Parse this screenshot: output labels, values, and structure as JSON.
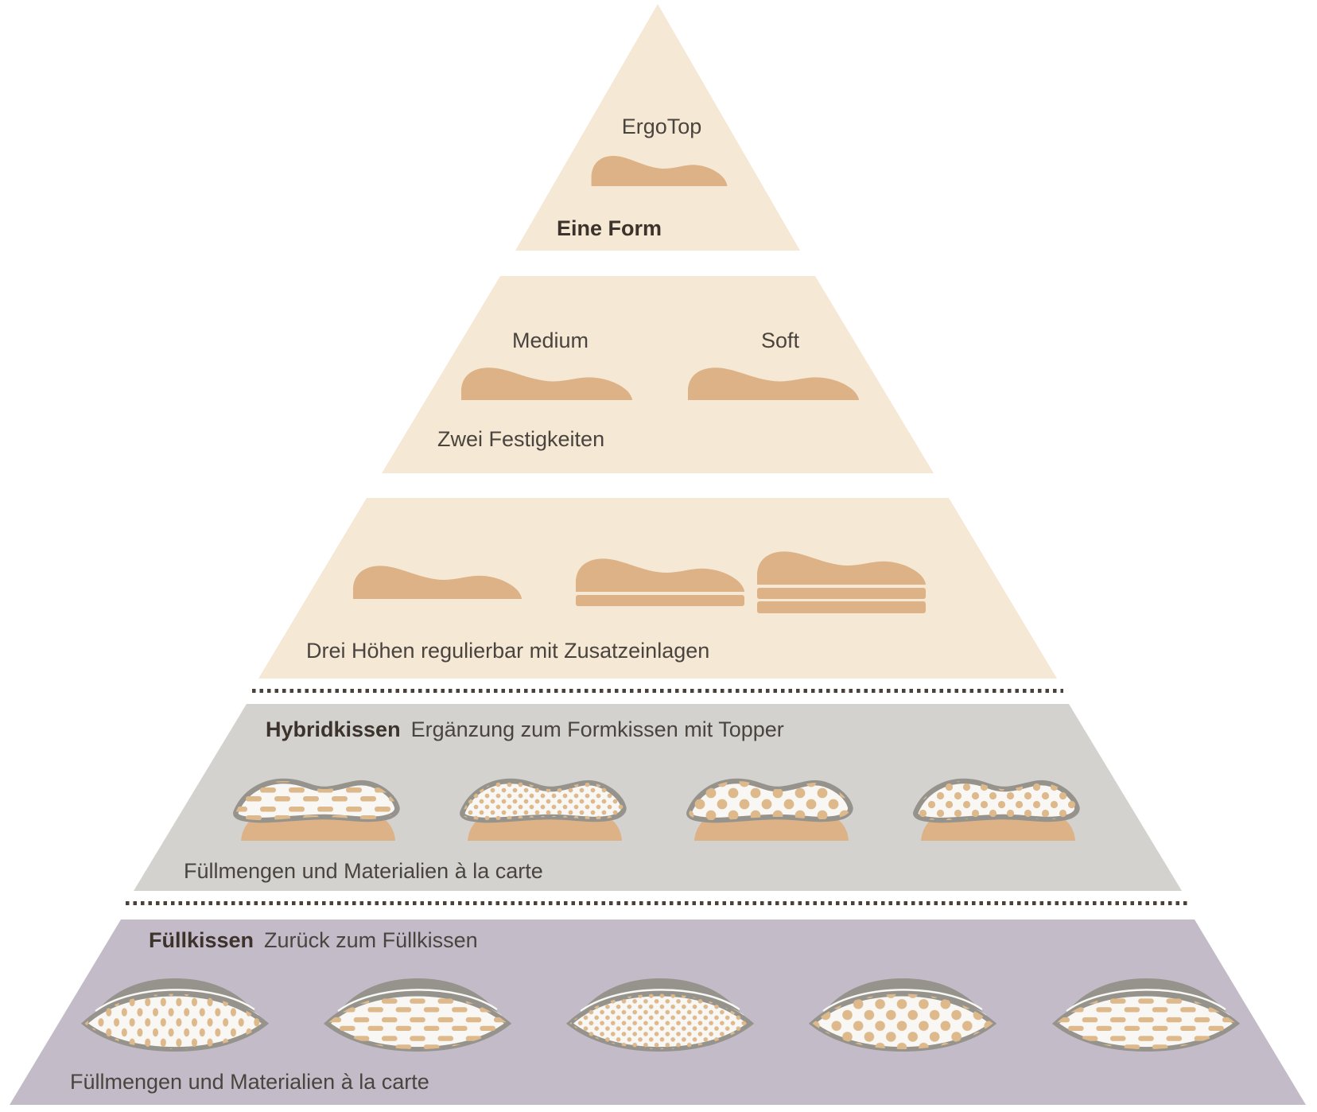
{
  "diagram": {
    "tier1": {
      "product": "ErgoTop",
      "caption": "Eine Form"
    },
    "tier2": {
      "label_medium": "Medium",
      "label_soft": "Soft",
      "caption": "Zwei Festigkeiten"
    },
    "tier3": {
      "caption": "Drei Höhen regulierbar mit Zusatzeinlagen"
    },
    "tier4": {
      "title": "Hybridkissen",
      "subtitle": "Ergänzung zum Formkissen mit Topper",
      "caption": "Füllmengen und Materialien à la carte"
    },
    "tier5": {
      "title": "Füllkissen",
      "subtitle": "Zurück zum Füllkissen",
      "caption": "Füllmengen und Materialien à la carte"
    }
  },
  "colors": {
    "cream": "#f5e8d5",
    "tan": "#dcb286",
    "gray_tier": "#d3d2cf",
    "purple_tier": "#c4bbc9",
    "outline": "#95938c",
    "pillow_fill": "#f8f7f4",
    "pattern_tan": "#ddb98c",
    "text": "#4a443e",
    "text_bold": "#3b332c",
    "dotted_line": "#4b4138"
  }
}
